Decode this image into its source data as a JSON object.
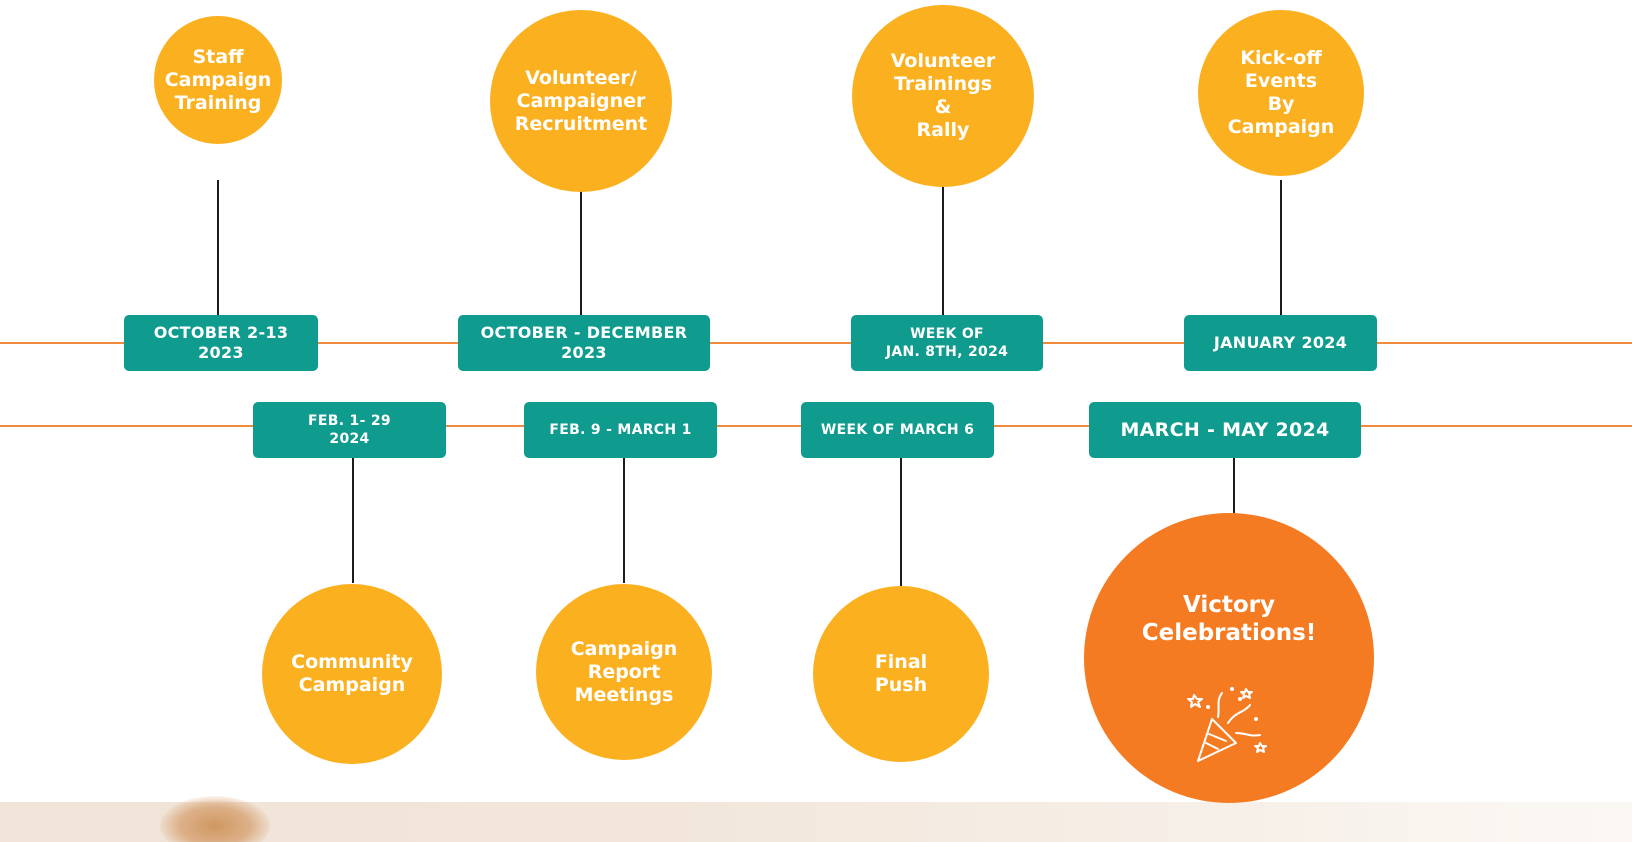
{
  "colors": {
    "circle": "#fbb01f",
    "victory_circle": "#f47b22",
    "date_box": "#0f9b8e",
    "timeline": "#f08a3c",
    "connector": "#1c1c1c"
  },
  "top_row": [
    {
      "event": "Staff\nCampaign\nTraining",
      "date": "OCTOBER 2-13\n2023"
    },
    {
      "event": "Volunteer/\nCampaigner\nRecruitment",
      "date": "OCTOBER - DECEMBER\n2023"
    },
    {
      "event": "Volunteer\nTrainings\n&\nRally",
      "date": "WEEK OF\nJAN. 8TH, 2024"
    },
    {
      "event": "Kick-off\nEvents\nBy\nCampaign",
      "date": "JANUARY 2024"
    }
  ],
  "bottom_row": [
    {
      "date": "FEB. 1- 29\n2024",
      "event": "Community\nCampaign"
    },
    {
      "date": "FEB. 9 - MARCH 1",
      "event": "Campaign\nReport\nMeetings"
    },
    {
      "date": "WEEK OF MARCH 6",
      "event": "Final\nPush"
    },
    {
      "date": "MARCH - MAY 2024",
      "event": "Victory\nCelebrations!",
      "icon": "party-popper-icon"
    }
  ]
}
